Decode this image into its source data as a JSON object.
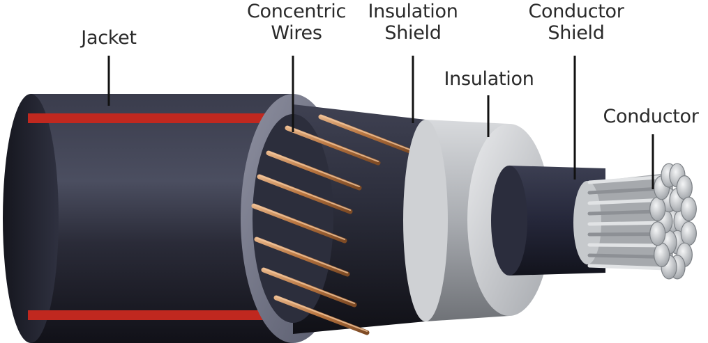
{
  "labels": {
    "jacket": "Jacket",
    "concentric_wires": [
      "Concentric",
      "Wires"
    ],
    "insulation_shield": [
      "Insulation",
      "Shield"
    ],
    "insulation": "Insulation",
    "conductor_shield": [
      "Conductor",
      "Shield"
    ],
    "conductor": "Conductor"
  },
  "colors": {
    "jacket": "#1e1f2a",
    "jacket_stripe": "#c0281f",
    "copper": "#c98a55",
    "insulation": "#b9bcc0",
    "conductor_strand": "#c9ccd0",
    "leader": "#111111"
  }
}
